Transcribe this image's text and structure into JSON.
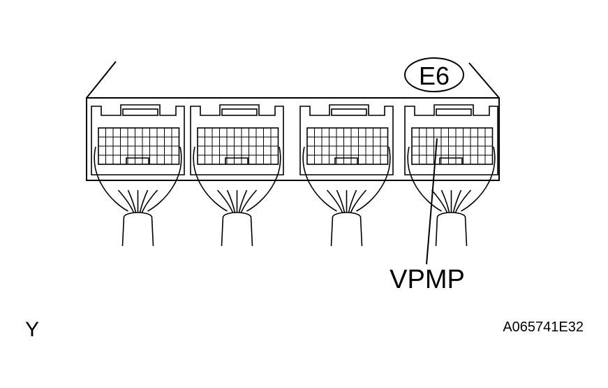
{
  "connector_id": "E6",
  "terminal_label": "VPMP",
  "corner_letter": "Y",
  "figure_code": "A065741E32",
  "connector_count": 4,
  "colors": {
    "ink": "#000000",
    "paper": "#ffffff"
  }
}
